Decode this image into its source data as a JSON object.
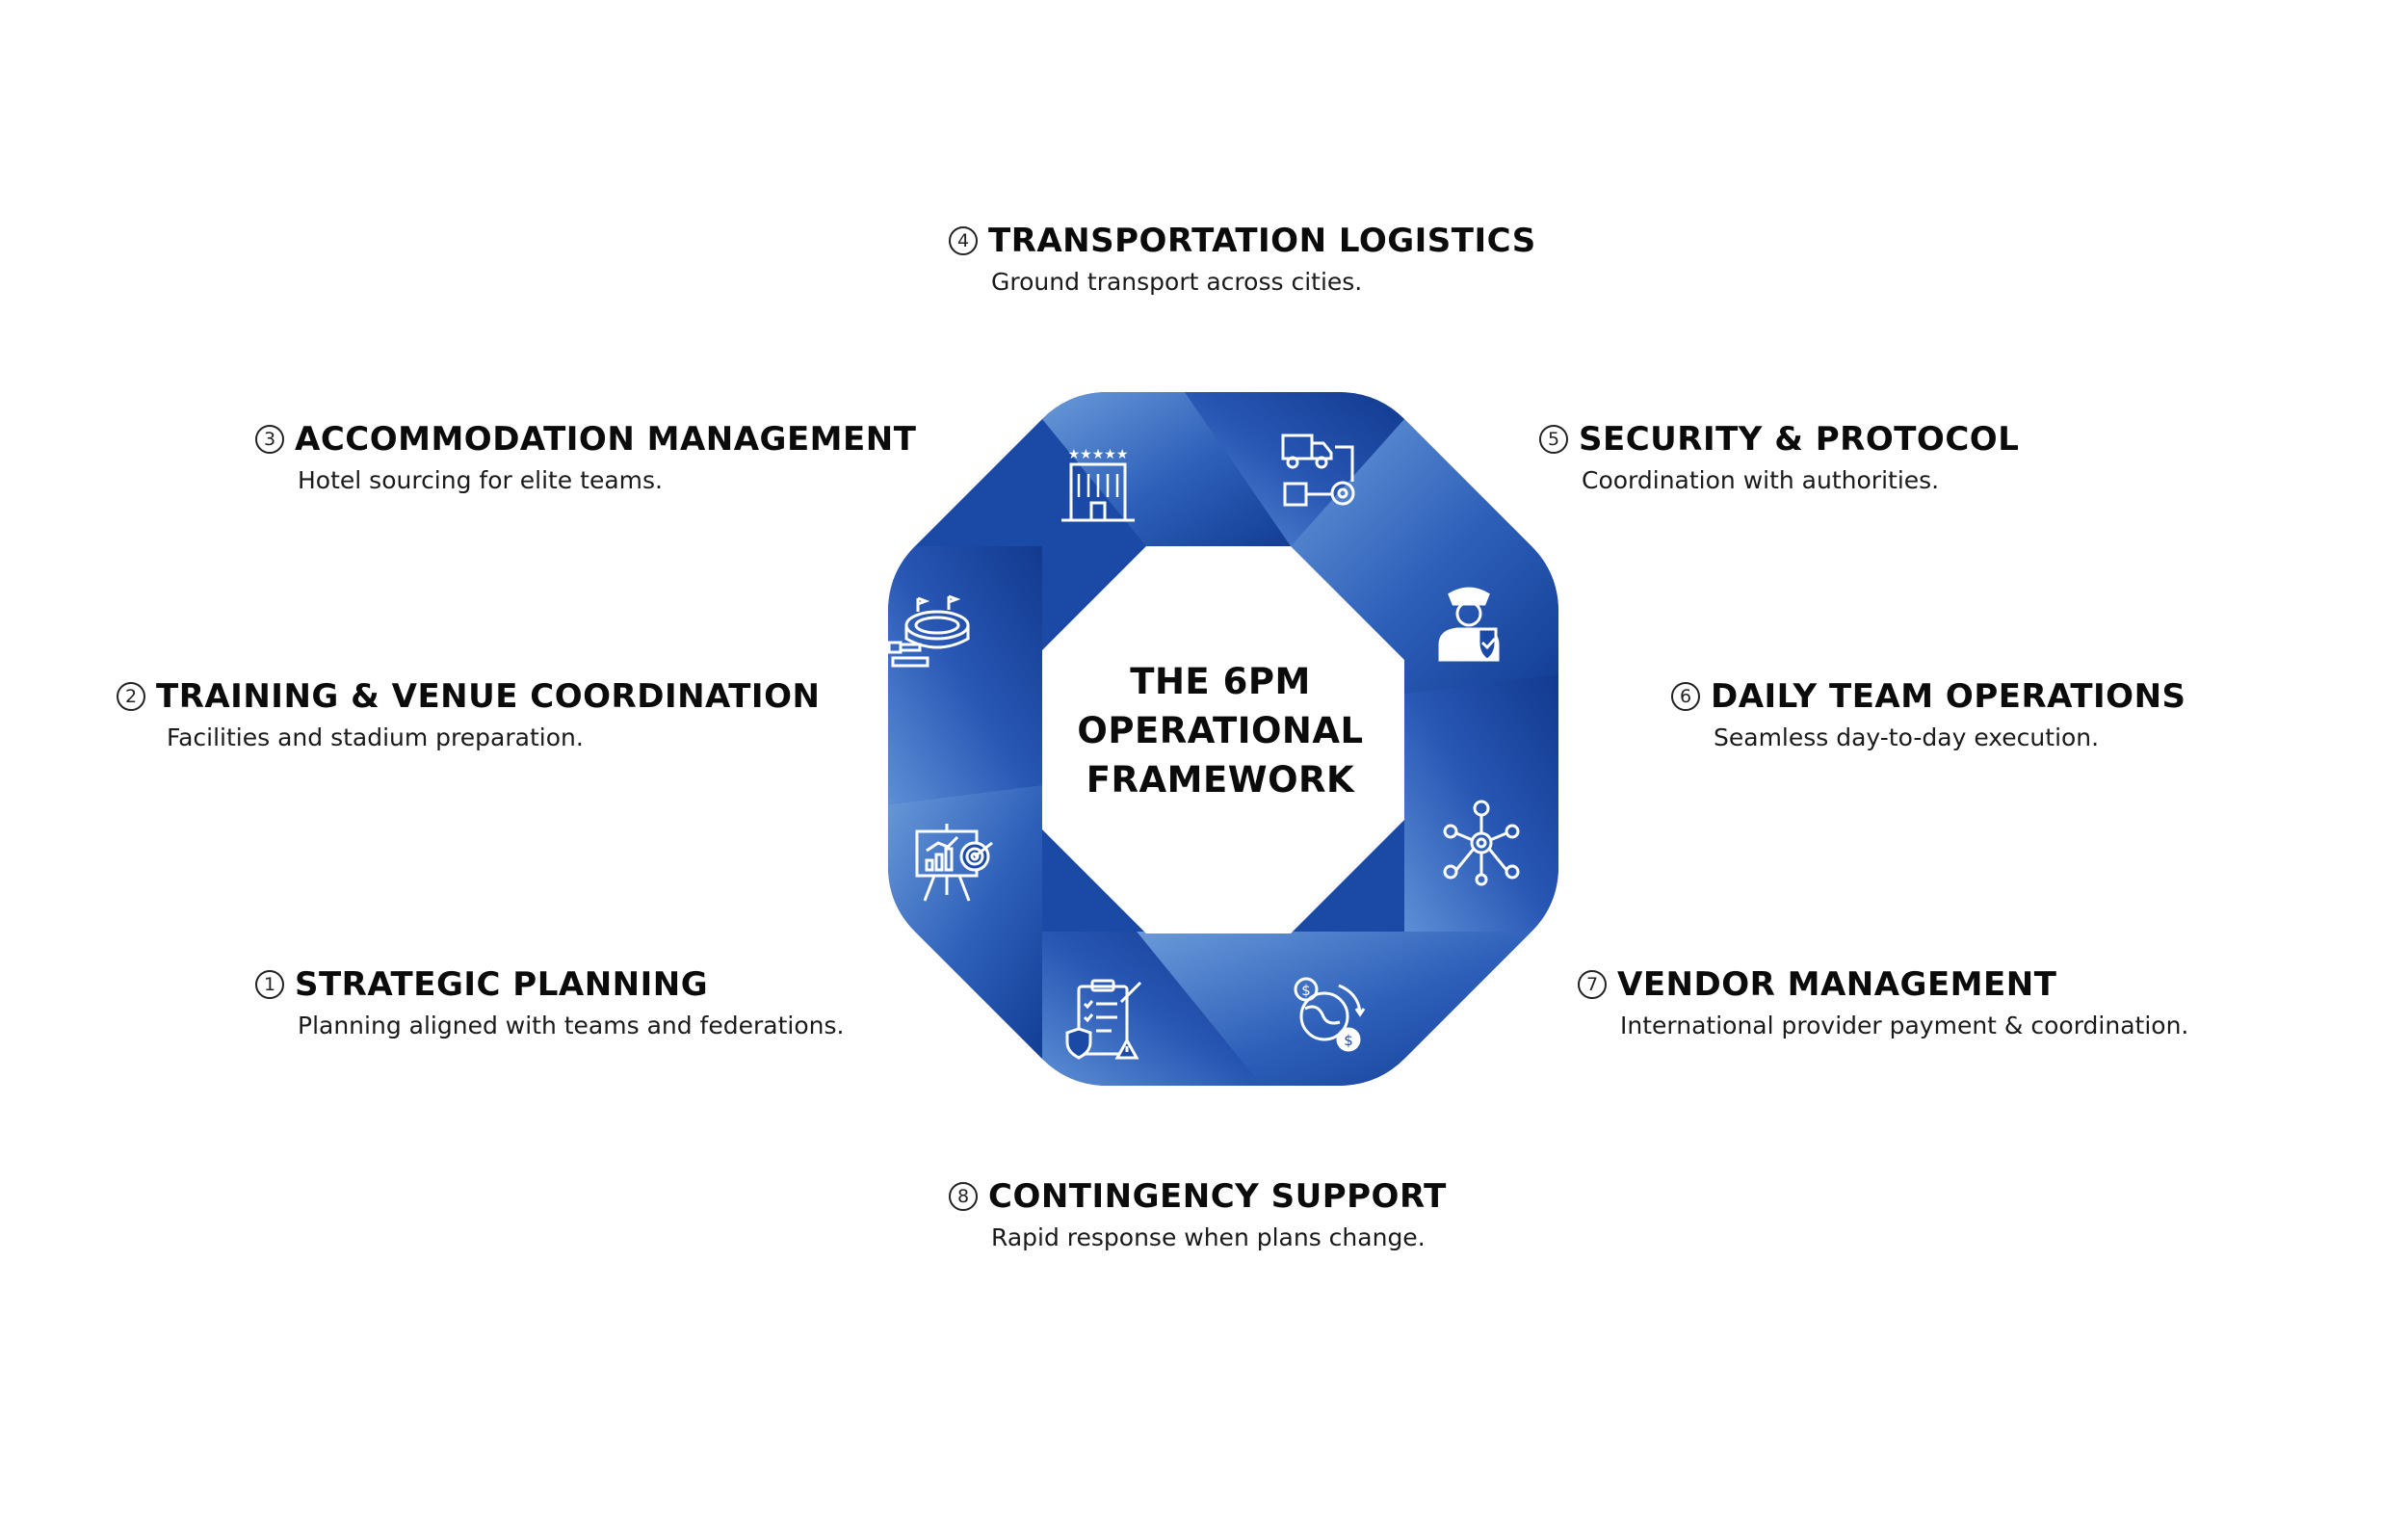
{
  "center": {
    "line1": "THE 6PM",
    "line2": "OPERATIONAL",
    "line3": "FRAMEWORK"
  },
  "colors": {
    "ring_dark": "#0f3a91",
    "ring_mid": "#2a5cb8",
    "ring_light": "#5b8ed6",
    "icon_stroke": "#ffffff"
  },
  "steps": [
    {
      "num": "1",
      "title": "STRATEGIC PLANNING",
      "desc": "Planning aligned with teams and federations.",
      "icon": "strategy-presentation-icon"
    },
    {
      "num": "2",
      "title": "TRAINING & VENUE COORDINATION",
      "desc": "Facilities and stadium preparation.",
      "icon": "stadium-icon"
    },
    {
      "num": "3",
      "title": "ACCOMMODATION MANAGEMENT",
      "desc": "Hotel sourcing for elite teams.",
      "icon": "hotel-icon"
    },
    {
      "num": "4",
      "title": "TRANSPORTATION LOGISTICS",
      "desc": "Ground transport across cities.",
      "icon": "delivery-truck-icon"
    },
    {
      "num": "5",
      "title": "SECURITY & PROTOCOL",
      "desc": "Coordination with authorities.",
      "icon": "security-officer-icon"
    },
    {
      "num": "6",
      "title": "DAILY TEAM OPERATIONS",
      "desc": "Seamless day-to-day execution.",
      "icon": "team-network-icon"
    },
    {
      "num": "7",
      "title": "VENDOR MANAGEMENT",
      "desc": "International provider payment & coordination.",
      "icon": "global-payment-icon"
    },
    {
      "num": "8",
      "title": "CONTINGENCY SUPPORT",
      "desc": "Rapid response when plans change.",
      "icon": "contingency-checklist-icon"
    }
  ]
}
